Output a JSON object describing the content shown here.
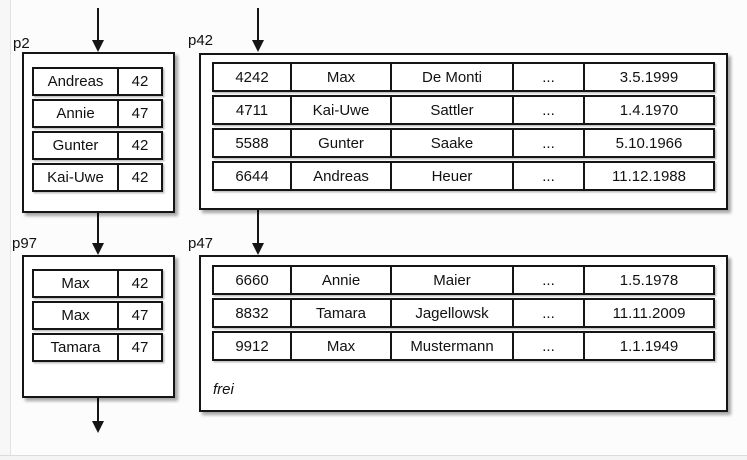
{
  "diagram": {
    "kind": "database-pages-diagram",
    "pages": [
      {
        "id": "p2",
        "label": "p2",
        "kind": "small",
        "rows": [
          [
            "Andreas",
            "42"
          ],
          [
            "Annie",
            "47"
          ],
          [
            "Gunter",
            "42"
          ],
          [
            "Kai-Uwe",
            "42"
          ]
        ]
      },
      {
        "id": "p42",
        "label": "p42",
        "kind": "wide",
        "rows": [
          [
            "4242",
            "Max",
            "De Monti",
            "...",
            "3.5.1999"
          ],
          [
            "4711",
            "Kai-Uwe",
            "Sattler",
            "...",
            "1.4.1970"
          ],
          [
            "5588",
            "Gunter",
            "Saake",
            "...",
            "5.10.1966"
          ],
          [
            "6644",
            "Andreas",
            "Heuer",
            "...",
            "11.12.1988"
          ]
        ]
      },
      {
        "id": "p97",
        "label": "p97",
        "kind": "small",
        "rows": [
          [
            "Max",
            "42"
          ],
          [
            "Max",
            "47"
          ],
          [
            "Tamara",
            "47"
          ]
        ]
      },
      {
        "id": "p47",
        "label": "p47",
        "kind": "wide",
        "free_label": "frei",
        "rows": [
          [
            "6660",
            "Annie",
            "Maier",
            "...",
            "1.5.1978"
          ],
          [
            "8832",
            "Tamara",
            "Jagellowsk",
            "...",
            "11.11.2009"
          ],
          [
            "9912",
            "Max",
            "Mustermann",
            "...",
            "1.1.1949"
          ]
        ]
      }
    ],
    "colors": {
      "border": "#151515",
      "background": "#fcfcfc",
      "box_fill": "#ffffff"
    }
  }
}
